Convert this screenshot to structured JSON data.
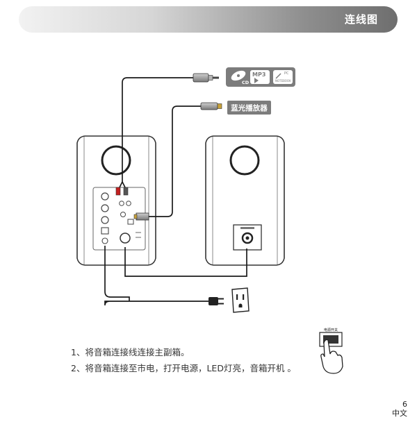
{
  "header": {
    "title": "连线图"
  },
  "labels": {
    "bluray_player": "蓝光播放器",
    "source_mp3": "MP3",
    "source_pc": "PC",
    "source_pc_sub": "NOTEBOOK",
    "source_cd": "CD",
    "power_switch": "电源开关"
  },
  "instructions": [
    "1、将音箱连接线连接主副箱。",
    "2、将音箱连接至市电，打开电源，LED灯亮，音箱开机 。"
  ],
  "footer": {
    "page_number": "6",
    "language": "中文"
  }
}
